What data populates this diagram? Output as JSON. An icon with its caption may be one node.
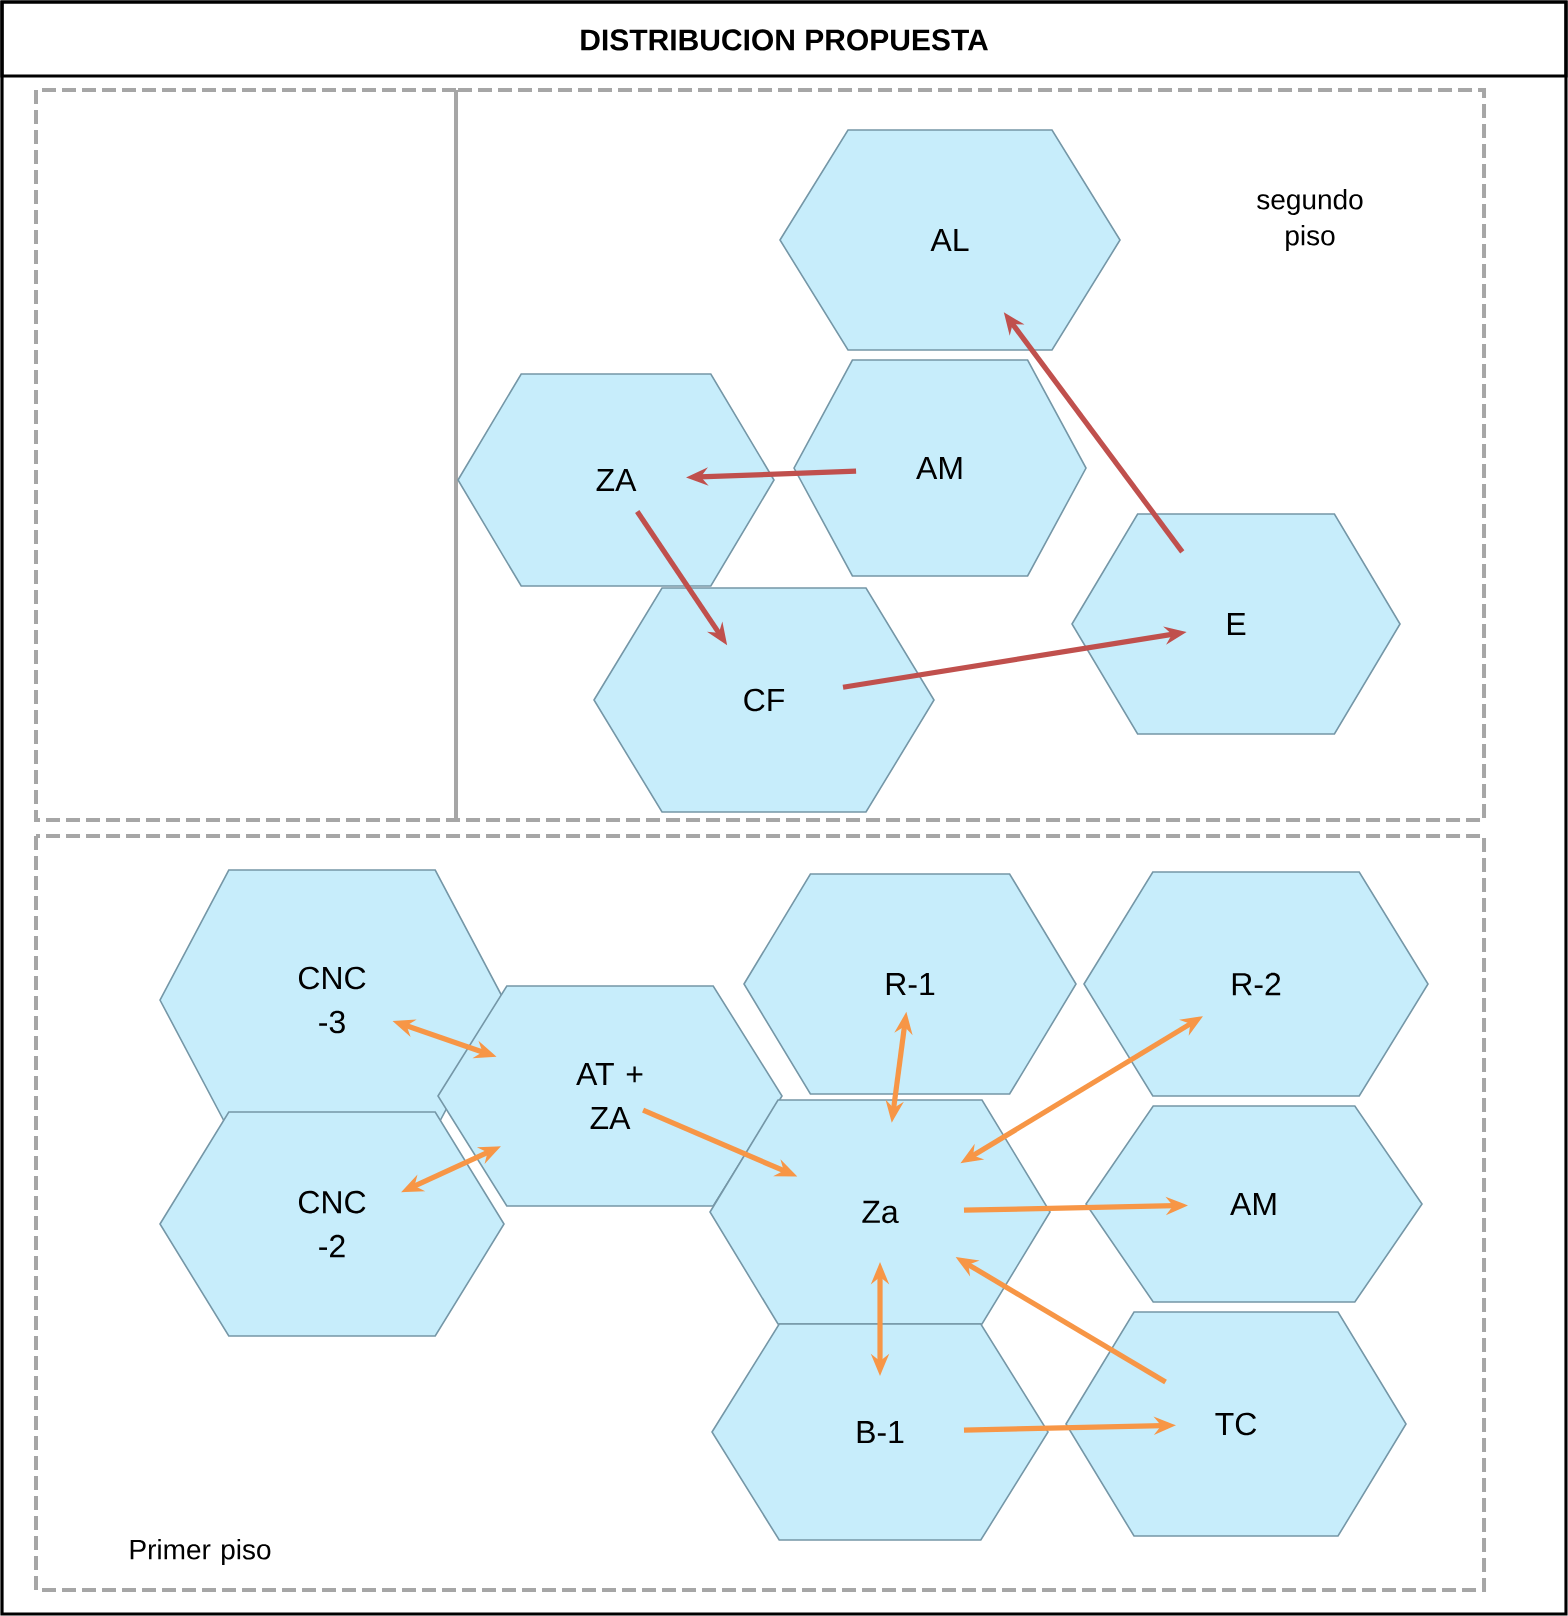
{
  "diagram": {
    "title": "DISTRIBUCION PROPUESTA",
    "nodes": [
      {
        "text": [],
        "shape": "box"
      },
      {
        "text": [
          "segundo piso"
        ]
      },
      {
        "text": [
          "AL"
        ],
        "in": 1
      },
      {
        "text": [
          "ZA"
        ],
        "in": 1
      },
      {
        "text": [
          "AM"
        ],
        "in": 1
      },
      {
        "text": [
          "E"
        ],
        "in": 1
      },
      {
        "text": [
          "CF"
        ],
        "in": 1
      },
      {
        "text": [
          "Primer piso"
        ]
      },
      {
        "text": [
          "CNC -3"
        ],
        "in": 7
      },
      {
        "text": [
          "R-1"
        ],
        "in": 7
      },
      {
        "text": [
          "R-2"
        ],
        "in": 7
      },
      {
        "text": [
          "AT + ZA"
        ],
        "in": 7
      },
      {
        "text": [
          "Za"
        ],
        "in": 7
      },
      {
        "text": [
          "AM"
        ],
        "in": 7
      },
      {
        "text": [
          "CNC -2"
        ],
        "in": 7
      },
      {
        "text": [
          "B-1"
        ],
        "in": 7
      },
      {
        "text": [
          "TC"
        ],
        "in": 7
      }
    ],
    "edges": [
      {
        "from": 4,
        "to": 3,
        "arrow": "to",
        "color": "#c0504d"
      },
      {
        "from": 3,
        "to": 6,
        "arrow": "to",
        "color": "#c0504d"
      },
      {
        "from": 6,
        "to": 5,
        "arrow": "to",
        "color": "#c0504d"
      },
      {
        "from": 5,
        "to": 2,
        "arrow": "to",
        "color": "#c0504d"
      },
      {
        "from": 8,
        "to": 11,
        "arrow": "both"
      },
      {
        "from": 14,
        "to": 11,
        "arrow": "both"
      },
      {
        "from": 11,
        "to": 12,
        "arrow": "to"
      },
      {
        "from": 12,
        "to": 9,
        "arrow": "both"
      },
      {
        "from": 12,
        "to": 10,
        "arrow": "both"
      },
      {
        "from": 12,
        "to": 13,
        "arrow": "to"
      },
      {
        "from": 16,
        "to": 12,
        "arrow": "to"
      },
      {
        "from": 12,
        "to": 15,
        "arrow": "both"
      },
      {
        "from": 15,
        "to": 16,
        "arrow": "to"
      }
    ]
  }
}
